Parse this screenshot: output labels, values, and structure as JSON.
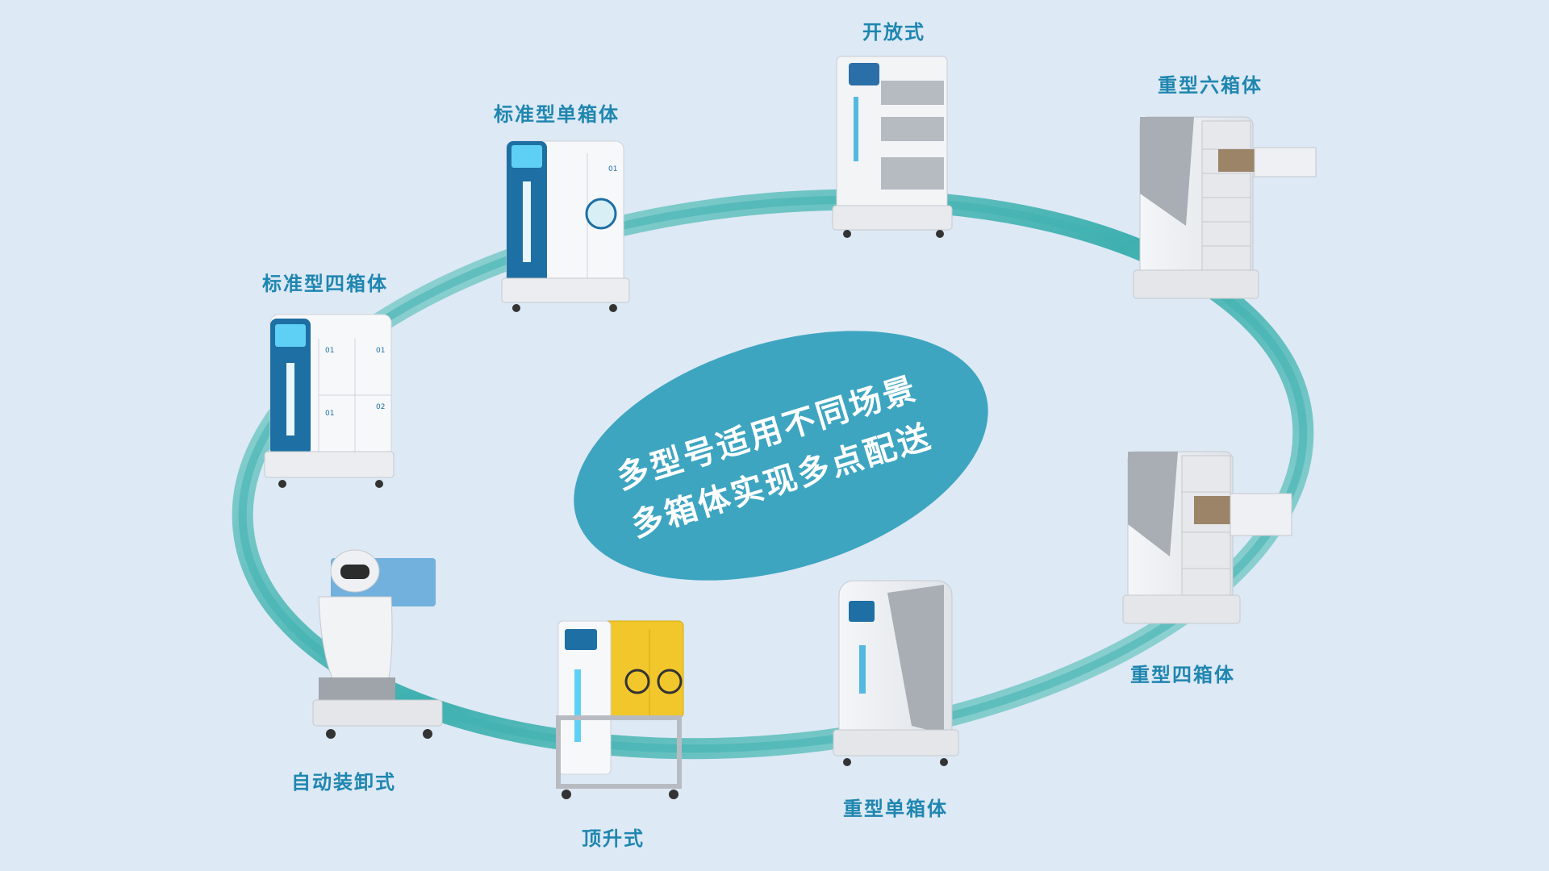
{
  "slogan": {
    "line1": "多型号适用不同场景",
    "line2": "多箱体实现多点配送"
  },
  "robots": {
    "open_type": "开放式",
    "heavy_six": "重型六箱体",
    "standard_single": "标准型单箱体",
    "standard_four": "标准型四箱体",
    "heavy_four": "重型四箱体",
    "auto_load": "自动装卸式",
    "lift_type": "顶升式",
    "heavy_single": "重型单箱体"
  },
  "box_numbers": {
    "n01": "01",
    "n02": "02"
  },
  "colors": {
    "background": "#dde9f5",
    "ring": "#4fb7b9",
    "center_ellipse": "#3ea5c1",
    "label_text": "#1f86b0",
    "robot_blue": "#1e6fa3",
    "robot_yellow": "#f2c72b",
    "robot_gray": "#c8ccd2"
  }
}
